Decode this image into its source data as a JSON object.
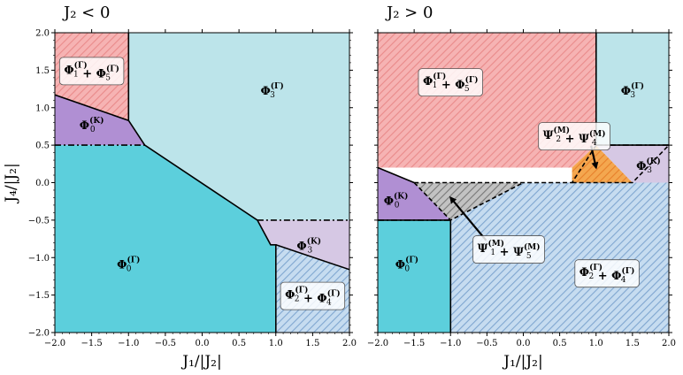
{
  "chart_data": [
    {
      "type": "phase-diagram",
      "title": "J₂ < 0",
      "xlabel": "J₁/|J₂|",
      "ylabel": "J₄/|J₂|",
      "xlim": [
        -2.0,
        2.0
      ],
      "ylim": [
        -2.0,
        2.0
      ],
      "xticks": [
        "−2.0",
        "−1.5",
        "−1.0",
        "−0.5",
        "0.0",
        "0.5",
        "1.0",
        "1.5",
        "2.0"
      ],
      "yticks": [
        "−2.0",
        "−1.5",
        "−1.0",
        "−0.5",
        "0.0",
        "0.5",
        "1.0",
        "1.5",
        "2.0"
      ],
      "regions": [
        {
          "id": "phi1-phi5",
          "label": {
            "b1": "Φ",
            "s1": "(Γ)",
            "i1": "1",
            "op": "+",
            "b2": "Φ",
            "s2": "(Γ)",
            "i2": "5"
          },
          "color": "#f6b3b3",
          "hatch": "#e98a8a",
          "hatched": true,
          "boxed": true,
          "label_at": [
            -1.5,
            1.5
          ],
          "polygon": [
            [
              -2,
              2
            ],
            [
              -1,
              2
            ],
            [
              -1,
              0.83
            ],
            [
              -2,
              1.17
            ]
          ]
        },
        {
          "id": "phi0K",
          "label": {
            "b1": "Φ",
            "s1": "(K)",
            "i1": "0"
          },
          "color": "#b08fd3",
          "hatched": false,
          "boxed": false,
          "label_at": [
            -1.5,
            0.76
          ],
          "polygon": [
            [
              -2,
              1.17
            ],
            [
              -1,
              0.83
            ],
            [
              -0.78,
              0.5
            ],
            [
              -2,
              0.5
            ]
          ]
        },
        {
          "id": "phi3G",
          "label": {
            "b1": "Φ",
            "s1": "(Γ)",
            "i1": "3"
          },
          "color": "#bce4ea",
          "hatched": false,
          "boxed": false,
          "label_at": [
            0.95,
            1.22
          ],
          "polygon": [
            [
              -1,
              2
            ],
            [
              2,
              2
            ],
            [
              2,
              -0.5
            ],
            [
              0.75,
              -0.5
            ],
            [
              -0.78,
              0.5
            ],
            [
              -1,
              0.83
            ]
          ]
        },
        {
          "id": "phi0G",
          "label": {
            "b1": "Φ",
            "s1": "(Γ)",
            "i1": "0"
          },
          "color": "#5ccfdc",
          "hatched": false,
          "boxed": false,
          "label_at": [
            -1.0,
            -1.1
          ],
          "polygon": [
            [
              -2,
              0.5
            ],
            [
              -0.78,
              0.5
            ],
            [
              0.75,
              -0.5
            ],
            [
              0.93,
              -0.83
            ],
            [
              1,
              -0.83
            ],
            [
              1,
              -2
            ],
            [
              -2,
              -2
            ]
          ]
        },
        {
          "id": "phi3K",
          "label": {
            "b1": "Φ",
            "s1": "(K)",
            "i1": "3"
          },
          "color": "#d6c8e4",
          "hatched": false,
          "boxed": false,
          "label_at": [
            1.45,
            -0.85
          ],
          "polygon": [
            [
              0.75,
              -0.5
            ],
            [
              2,
              -0.5
            ],
            [
              2,
              -1.16
            ],
            [
              1,
              -0.83
            ],
            [
              0.93,
              -0.83
            ]
          ]
        },
        {
          "id": "phi2-phi4",
          "label": {
            "b1": "Φ",
            "s1": "(Γ)",
            "i1": "2",
            "op": "+",
            "b2": "Φ",
            "s2": "(Γ)",
            "i2": "4"
          },
          "color": "#c6dcf0",
          "hatch": "#7fa6d0",
          "hatched": true,
          "boxed": true,
          "label_at": [
            1.5,
            -1.5
          ],
          "polygon": [
            [
              1,
              -0.83
            ],
            [
              2,
              -1.16
            ],
            [
              2,
              -2
            ],
            [
              1,
              -2
            ]
          ]
        }
      ],
      "solid_lines": [
        [
          [
            -1,
            2
          ],
          [
            -1,
            0.83
          ]
        ],
        [
          [
            -2,
            1.17
          ],
          [
            -1,
            0.83
          ]
        ],
        [
          [
            -1,
            0.83
          ],
          [
            -0.78,
            0.5
          ],
          [
            0.75,
            -0.5
          ],
          [
            0.93,
            -0.83
          ],
          [
            1,
            -0.83
          ],
          [
            1,
            -2
          ]
        ],
        [
          [
            1,
            -0.83
          ],
          [
            2,
            -1.16
          ]
        ]
      ],
      "dashdot_lines": [
        [
          [
            -2,
            0.5
          ],
          [
            -0.78,
            0.5
          ]
        ],
        [
          [
            0.75,
            -0.5
          ],
          [
            2,
            -0.5
          ]
        ]
      ],
      "dashed_lines": []
    },
    {
      "type": "phase-diagram",
      "title": "J₂ > 0",
      "xlabel": "J₁/|J₂|",
      "ylabel": "",
      "xlim": [
        -2.0,
        2.0
      ],
      "ylim": [
        -2.0,
        2.0
      ],
      "xticks": [
        "−2.0",
        "−1.5",
        "−1.0",
        "−0.5",
        "0.0",
        "0.5",
        "1.0",
        "1.5",
        "2.0"
      ],
      "yticks": [],
      "regions": [
        {
          "id": "phi1-phi5",
          "label": {
            "b1": "Φ",
            "s1": "(Γ)",
            "i1": "1",
            "op": "+",
            "b2": "Φ",
            "s2": "(Γ)",
            "i2": "5"
          },
          "color": "#f6b3b3",
          "hatch": "#e98a8a",
          "hatched": true,
          "boxed": true,
          "label_at": [
            -1.0,
            1.35
          ],
          "polygon": [
            [
              -2,
              2
            ],
            [
              1,
              2
            ],
            [
              1,
              0.5
            ],
            [
              0.67,
              0.2
            ],
            [
              -1.5,
              0.2
            ],
            [
              -2,
              0.2
            ]
          ]
        },
        {
          "id": "phi3G",
          "label": {
            "b1": "Φ",
            "s1": "(Γ)",
            "i1": "3"
          },
          "color": "#bce4ea",
          "hatched": false,
          "boxed": false,
          "label_at": [
            1.5,
            1.22
          ],
          "polygon": [
            [
              1,
              2
            ],
            [
              2,
              2
            ],
            [
              2,
              0.5
            ],
            [
              1,
              0.5
            ]
          ]
        },
        {
          "id": "psi2-psi4",
          "label": {
            "b1": "Ψ",
            "s1": "(M)",
            "i1": "2",
            "op": "+",
            "b2": "Ψ",
            "s2": "(M)",
            "i2": "4"
          },
          "color": "#f4a74f",
          "hatch": "#e7802b",
          "hatched": true,
          "boxed": false,
          "label_at": [
            0.5,
            0.15
          ],
          "polygon": [
            [
              1,
              0.5
            ],
            [
              1.5,
              0.0
            ],
            [
              0.67,
              0.0
            ],
            [
              0.67,
              0.2
            ]
          ]
        },
        {
          "id": "phi3K",
          "label": {
            "b1": "Φ",
            "s1": "(K)",
            "i1": "3"
          },
          "color": "#d6c8e4",
          "hatched": false,
          "boxed": false,
          "label_at": [
            1.72,
            0.22
          ],
          "polygon": [
            [
              1,
              0.5
            ],
            [
              2,
              0.5
            ],
            [
              2,
              0.0
            ],
            [
              1.5,
              0.0
            ]
          ]
        },
        {
          "id": "phi0K",
          "label": {
            "b1": "Φ",
            "s1": "(K)",
            "i1": "0"
          },
          "color": "#b08fd3",
          "hatched": false,
          "boxed": false,
          "label_at": [
            -1.75,
            -0.25
          ],
          "polygon": [
            [
              -2,
              0.2
            ],
            [
              -1.5,
              0.0
            ],
            [
              -1.0,
              -0.5
            ],
            [
              -2,
              -0.5
            ]
          ]
        },
        {
          "id": "psi1-psi5",
          "label": {
            "b1": "Ψ",
            "s1": "(M)",
            "i1": "1",
            "op": "+",
            "b2": "Ψ",
            "s2": "(M)",
            "i2": "5"
          },
          "color": "#c2c2c2",
          "hatch": "#777777",
          "hatched": true,
          "boxed": false,
          "label_at": [
            -0.5,
            -0.05
          ],
          "polygon": [
            [
              -1.5,
              0.0
            ],
            [
              0.0,
              0.0
            ],
            [
              -1.0,
              -0.5
            ]
          ]
        },
        {
          "id": "phi0G",
          "label": {
            "b1": "Φ",
            "s1": "(Γ)",
            "i1": "0"
          },
          "color": "#5ccfdc",
          "hatched": false,
          "boxed": false,
          "label_at": [
            -1.6,
            -1.1
          ],
          "polygon": [
            [
              -2,
              -0.5
            ],
            [
              -1,
              -0.5
            ],
            [
              -1,
              -2
            ],
            [
              -2,
              -2
            ]
          ]
        },
        {
          "id": "phi2-phi4",
          "label": {
            "b1": "Φ",
            "s1": "(Γ)",
            "i1": "2",
            "op": "+",
            "b2": "Φ",
            "s2": "(Γ)",
            "i2": "4"
          },
          "color": "#c6dcf0",
          "hatch": "#7fa6d0",
          "hatched": true,
          "boxed": true,
          "label_at": [
            1.15,
            -1.2
          ],
          "polygon": [
            [
              -1,
              -0.5
            ],
            [
              0.0,
              0.0
            ],
            [
              2,
              0.0
            ],
            [
              2,
              -2
            ],
            [
              -1,
              -2
            ]
          ]
        }
      ],
      "extra_labels": [
        {
          "id": "psi2-psi4-tag",
          "label": {
            "b1": "Ψ",
            "s1": "(M)",
            "i1": "2",
            "op": "+",
            "b2": "Ψ",
            "s2": "(M)",
            "i2": "4"
          },
          "boxed": true,
          "at": [
            0.7,
            0.63
          ],
          "arrow_to": [
            1.0,
            0.2
          ]
        },
        {
          "id": "psi1-psi5-tag",
          "label": {
            "b1": "Ψ",
            "s1": "(M)",
            "i1": "1",
            "op": "+",
            "b2": "Ψ",
            "s2": "(M)",
            "i2": "5"
          },
          "boxed": true,
          "at": [
            -0.2,
            -0.88
          ],
          "arrow_to": [
            -1.0,
            -0.2
          ]
        }
      ],
      "solid_lines": [
        [
          [
            1,
            2
          ],
          [
            1,
            0.5
          ]
        ],
        [
          [
            2,
            0.5
          ],
          [
            1,
            0.5
          ]
        ],
        [
          [
            -2,
            0.2
          ],
          [
            -1.5,
            0.0
          ]
        ],
        [
          [
            -1.0,
            -0.5
          ],
          [
            -1,
            -2
          ]
        ],
        [
          [
            -1,
            -0.5
          ],
          [
            -2,
            -0.5
          ]
        ]
      ],
      "dashdot_lines": [
        [
          [
            1,
            0.5
          ],
          [
            2,
            0.5
          ]
        ],
        [
          [
            -2,
            -0.5
          ],
          [
            -1,
            -0.5
          ]
        ]
      ],
      "dashed_lines": [
        [
          [
            -1.5,
            0.0
          ],
          [
            0.67,
            0.0
          ],
          [
            1,
            0.5
          ]
        ],
        [
          [
            -1.5,
            0.0
          ],
          [
            -1.0,
            -0.5
          ],
          [
            0.0,
            0.0
          ]
        ],
        [
          [
            0.67,
            0.0
          ],
          [
            1.5,
            0.0
          ],
          [
            2,
            0.5
          ]
        ]
      ]
    }
  ]
}
